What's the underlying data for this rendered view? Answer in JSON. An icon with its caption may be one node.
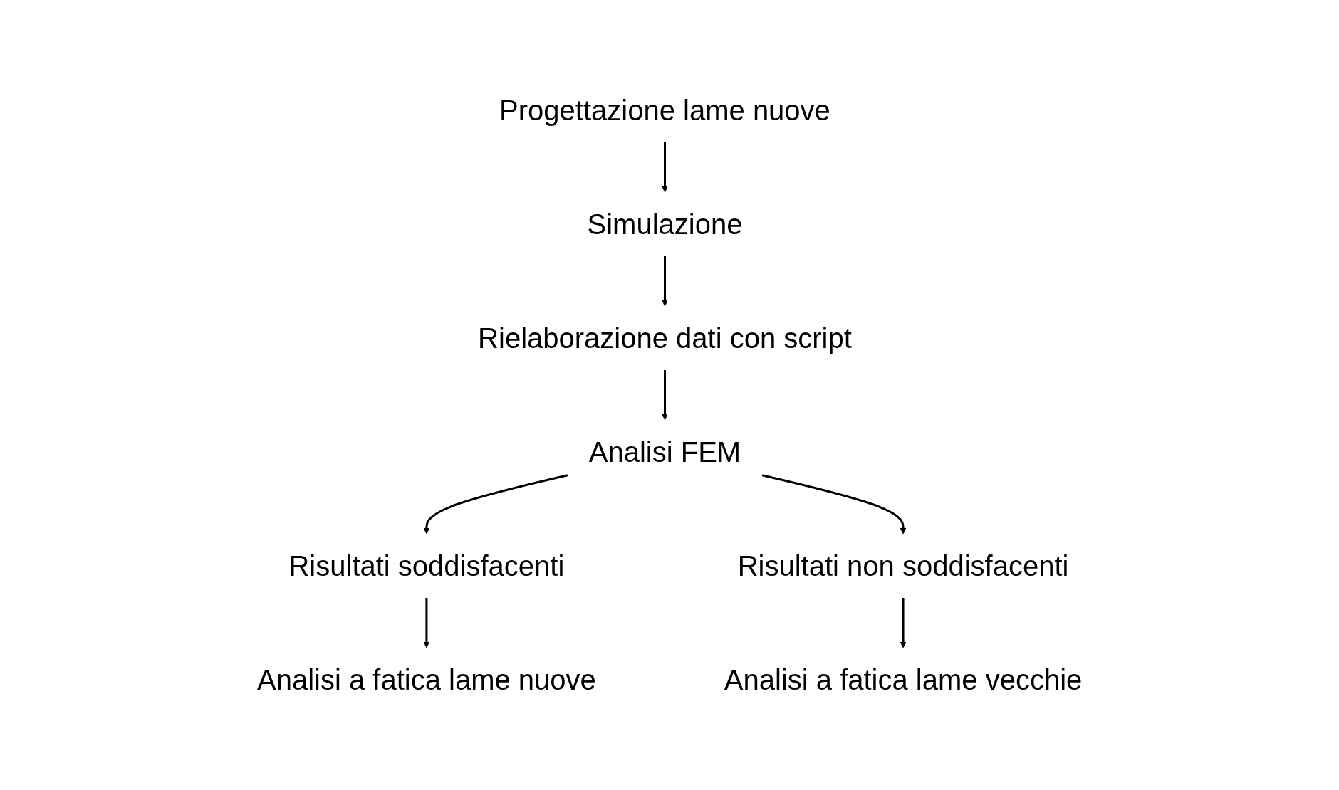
{
  "diagram": {
    "nodes": [
      {
        "text": [
          "Progettazione lame nuove"
        ]
      },
      {
        "text": [
          "Simulazione"
        ]
      },
      {
        "text": [
          "Rielaborazione dati con script"
        ]
      },
      {
        "text": [
          "Analisi FEM"
        ]
      },
      {
        "text": [
          "Risultati soddisfacenti"
        ]
      },
      {
        "text": [
          "Risultati non soddisfacenti"
        ]
      },
      {
        "text": [
          "Analisi a fatica lame nuove"
        ]
      },
      {
        "text": [
          "Analisi a fatica lame vecchie"
        ]
      }
    ],
    "edges": [
      {
        "from": 0,
        "to": 1,
        "arrow": "to"
      },
      {
        "from": 1,
        "to": 2,
        "arrow": "to"
      },
      {
        "from": 2,
        "to": 3,
        "arrow": "to"
      },
      {
        "from": 3,
        "to": 4,
        "arrow": "to"
      },
      {
        "from": 3,
        "to": 5,
        "arrow": "to"
      },
      {
        "from": 4,
        "to": 6,
        "arrow": "to"
      },
      {
        "from": 5,
        "to": 7,
        "arrow": "to"
      }
    ]
  }
}
